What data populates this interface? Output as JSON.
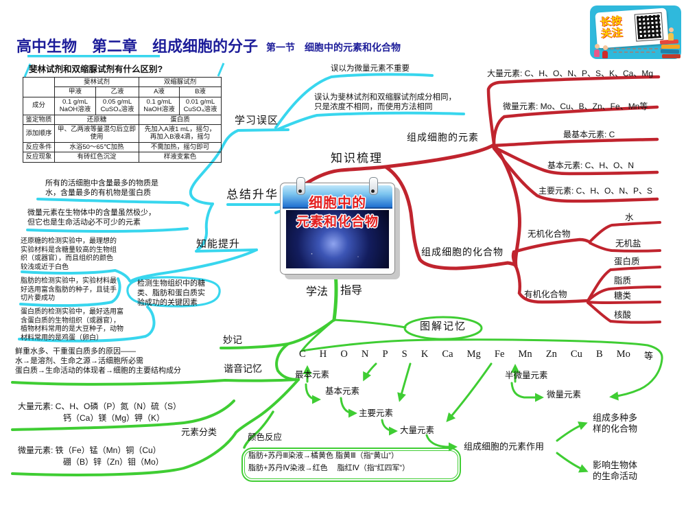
{
  "colors": {
    "cyan": "#38d6ee",
    "red": "#c0242e",
    "green": "#3fcd33",
    "navy": "#1c1c99"
  },
  "header": {
    "title_main": "高中生物　第二章　组成细胞的分子",
    "title_sub": "第一节　细胞中的元素和化合物"
  },
  "badge": {
    "cta_line1": "长按",
    "cta_line2": "关注"
  },
  "reagent_table": {
    "title": "斐林试剂和双缩脲试剂有什么区别?",
    "group1": "斐林试剂",
    "group2": "双缩脲试剂",
    "h1": "甲液",
    "h2": "乙液",
    "h3": "A液",
    "h4": "B液",
    "r1_label": "成分",
    "r1c1": "0.1 g/mL\nNaOH溶液",
    "r1c2": "0.05 g/mL\nCuSO₄溶液",
    "r1c3": "0.1 g/mL\nNaOH溶液",
    "r1c4": "0.01 g/mL\nCuSO₄溶液",
    "r2_label": "鉴定物质",
    "r2c1": "还原糖",
    "r2c2": "蛋白质",
    "r3_label": "添加顺序",
    "r3c1": "甲、乙两液等量混匀后立即使用",
    "r3c2": "先加入A液1 mL，摇匀，\n再加入B液4滴，摇匀",
    "r4_label": "反应条件",
    "r4c1": "水浴50～65℃加热",
    "r4c2": "不需加热，摇匀即可",
    "r5_label": "反应现象",
    "r5c1": "有砖红色沉淀",
    "r5c2": "样液变紫色"
  },
  "center": {
    "topic_line1": "细胞中的",
    "topic_line2": "元素和化合物"
  },
  "misconceptions": {
    "label": "学习误区",
    "item1": "误以为微量元素不重要",
    "item2": "误认为斐林试剂和双缩脲试剂成分相同，\n只是浓度不相同，而使用方法相同"
  },
  "knowledge": {
    "label": "知识梳理",
    "elements": {
      "label": "组成细胞的元素",
      "items": [
        "大量元素: C、H、O、N、P、S、K、Ca、Mg",
        "微量元素: Mo、Cu、B、Zn、Fe、Mn等",
        "最基本元素: C",
        "基本元素: C、H、O、N",
        "主要元素: C、H、O、N、P、S"
      ]
    },
    "compounds": {
      "label": "组成细胞的化合物",
      "inorganic_label": "无机化合物",
      "water": "水",
      "salt": "无机盐",
      "organic_label": "有机化合物",
      "protein": "蛋白质",
      "lipid": "脂质",
      "sugar": "糖类",
      "nucleic": "核酸"
    }
  },
  "summary": {
    "label": "总结升华",
    "note1": "所有的活细胞中含量最多的物质是\n水，含量最多的有机物是蛋白质",
    "note2": "微量元素在生物体中的含量虽然极少，\n但它也是生命活动必不可少的元素"
  },
  "ability": {
    "label": "知能提升",
    "note_sugar": "还原糖的检测实验中，最理想的\n实验材料是含糖量较高的生物组\n织（或器官），而且组织的颜色\n较浅或近于白色",
    "note_fat": "脂肪的检测实验中，实验材料最\n好选用富含脂肪的种子，且徒手\n切片要成功",
    "note_protein": "蛋白质的检测实验中，最好选用富\n含蛋白质的生物组织（或器官），\n植物材料常用的是大豆种子，动物\n材料常用的是鸡蛋（卵白）",
    "key_note": "检测生物组织中的糖\n类、脂肪和蛋白质实\n验成功的关键因素"
  },
  "guide": {
    "left": "学法",
    "right": "指导",
    "miaoji": "妙记",
    "xieyin": "谐音记忆",
    "mnemonic_note": "鲜重水多、干重蛋白质多的原因——\n水→是溶剂、生命之源→活细胞所必需\n蛋白质→生命活动的体现者→细胞的主要结构成分",
    "classify": {
      "label": "元素分类",
      "major1": "大量元素: C、H、O磷（P）氮（N）硫（S）",
      "major2": "钙（Ca）镁（Mg）钾（K）",
      "trace1": "微量元素: 铁（Fe）锰（Mn）铜（Cu）",
      "trace2": "硼（B）锌（Zn）钼（Mo）"
    },
    "color_reaction": {
      "label": "颜色反应",
      "line1": "脂肪+苏丹Ⅲ染液→橘黄色  脂黄Ⅲ（指“黄山”）",
      "line2": "脂肪+苏丹Ⅳ染液→红色　 脂红Ⅳ（指“红四军”）"
    },
    "diagram": {
      "label": "图解记忆",
      "row": [
        "C",
        "H",
        "O",
        "N",
        "P",
        "S",
        "K",
        "Ca",
        "Mg",
        "Fe",
        "Mn",
        "Zn",
        "Cu",
        "B",
        "Mo",
        "等"
      ],
      "most_basic": "最本元素",
      "basic": "基本元素",
      "main": "主要元素",
      "major": "大量元素",
      "semi_trace": "半微量元素",
      "trace": "微量元素",
      "role": "组成细胞的元素作用",
      "role_a": "组成多种多\n样的化合物",
      "role_b": "影响生物体\n的生命活动"
    }
  }
}
